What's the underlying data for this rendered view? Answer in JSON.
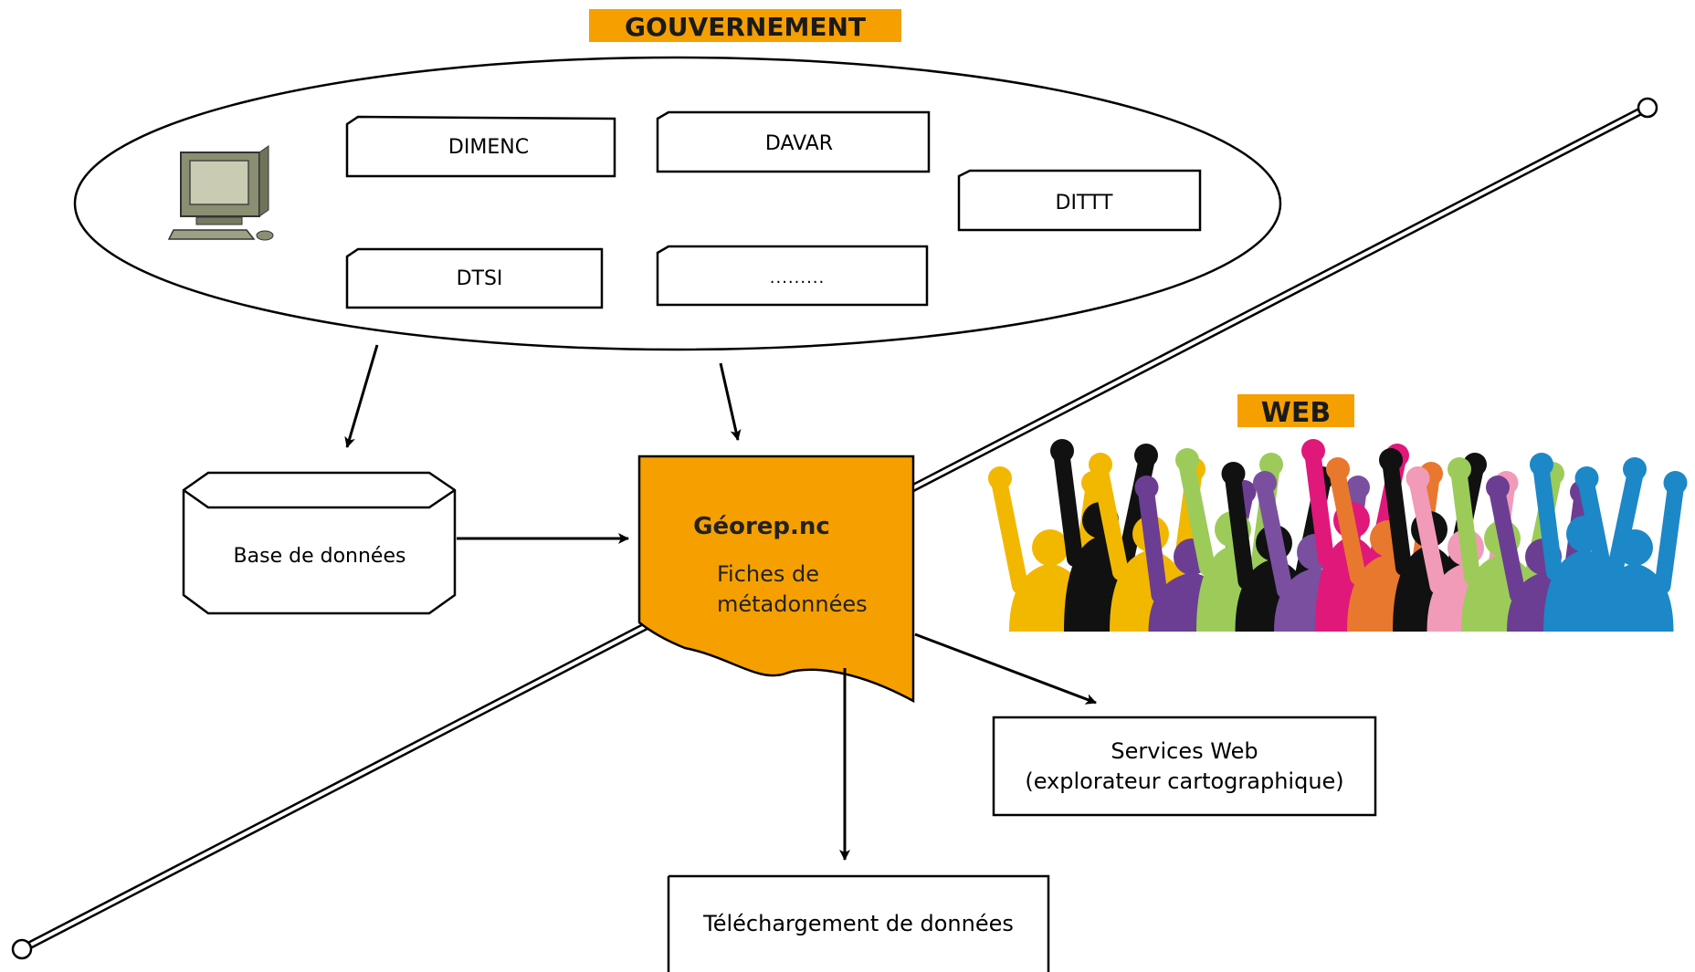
{
  "gouvernement": {
    "label": "GOUVERNEMENT",
    "services": [
      "DIMENC",
      "DAVAR",
      "DITTT",
      "DTSI",
      "........."
    ]
  },
  "database": {
    "label": "Base de données"
  },
  "georep": {
    "title": "Géorep.nc",
    "subtitle_line1": "Fiches de",
    "subtitle_line2": "métadonnées"
  },
  "web": {
    "label": "WEB"
  },
  "services_web": {
    "line1": "Services Web",
    "line2": "(explorateur cartographique)"
  },
  "telechargement": {
    "label": "Téléchargement de données"
  },
  "colors": {
    "accent_orange": "#F5A000",
    "tag_text": "#1a1a1a",
    "line": "#000000",
    "crowd": [
      "#F2B800",
      "#111111",
      "#6B3E93",
      "#9CCB5A",
      "#E8782E",
      "#1C88C7",
      "#E0187A",
      "#F29BB8",
      "#7A4FA0"
    ]
  },
  "icons": [
    "computer-icon",
    "database-cylinder-icon",
    "document-icon",
    "crowd-illustration"
  ]
}
